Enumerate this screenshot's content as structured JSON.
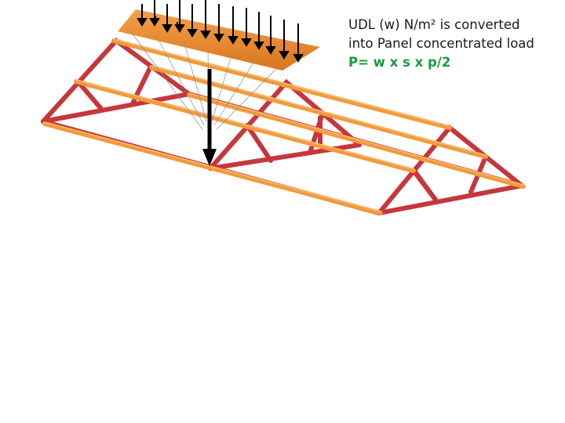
{
  "caption": {
    "line1": "UDL (w) N/m² is converted",
    "line2": "into Panel concentrated load",
    "formula": "P= w x s x p/2"
  },
  "colors": {
    "frame_red": "#c7363b",
    "frame_dark": "#9c2226",
    "purlin_orange": "#f39a3c",
    "load_panel": "#e8892c",
    "arrow": "#000000",
    "formula_green": "#169c3a"
  }
}
